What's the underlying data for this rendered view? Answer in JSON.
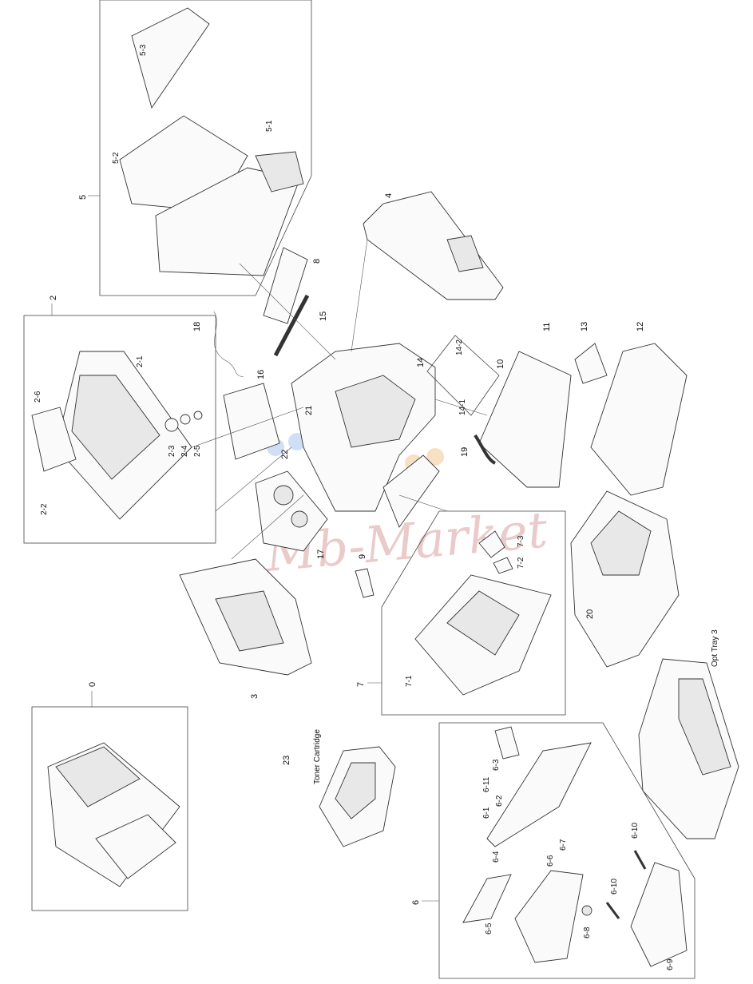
{
  "labels": {
    "c0": "0",
    "c2": "2",
    "c2_1": "2-1",
    "c2_2": "2-2",
    "c2_3": "2-3",
    "c2_4": "2-4",
    "c2_5": "2-5",
    "c2_6": "2-6",
    "c3": "3",
    "c4": "4",
    "c5": "5",
    "c5_1": "5-1",
    "c5_2": "5-2",
    "c5_3": "5-3",
    "c6": "6",
    "c6_1": "6-1",
    "c6_2": "6-2",
    "c6_3": "6-3",
    "c6_4": "6-4",
    "c6_5": "6-5",
    "c6_6": "6-6",
    "c6_7": "6-7",
    "c6_8": "6-8",
    "c6_9": "6-9",
    "c6_10a": "6-10",
    "c6_10b": "6-10",
    "c6_11": "6-11",
    "c7": "7",
    "c7_1": "7-1",
    "c7_2": "7-2",
    "c7_3": "7-3",
    "c8": "8",
    "c9": "9",
    "c10": "10",
    "c11": "11",
    "c12": "12",
    "c13": "13",
    "c14": "14",
    "c14_1": "14-1",
    "c14_2": "14-2",
    "c15": "15",
    "c16": "16",
    "c17": "17",
    "c18": "18",
    "c19": "19",
    "c20": "20",
    "c21": "21",
    "c22": "22",
    "c23": "23",
    "toner": "Toner Cartridge",
    "opt_tray": "Opt Tray 3"
  },
  "watermark": "Mb-Market",
  "colors": {
    "line": "#333333",
    "watermark_red": "#d9a0a0",
    "watermark_blue": "#a8c4ee",
    "watermark_orange": "#f3cc99"
  }
}
